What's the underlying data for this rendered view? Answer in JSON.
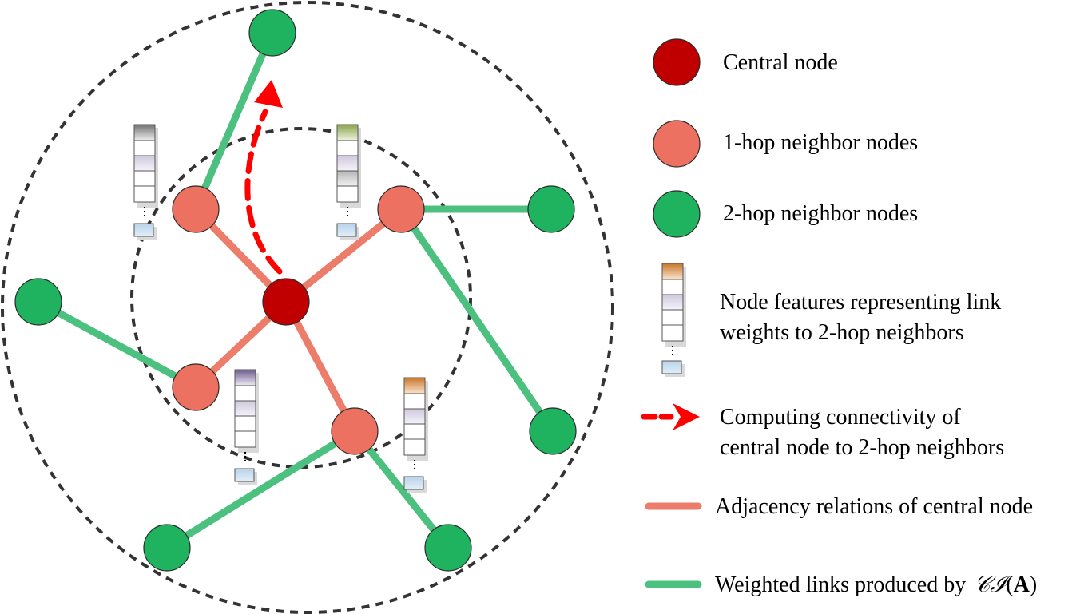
{
  "colors": {
    "central": "#c00000",
    "one_hop": "#ed7160",
    "two_hop": "#1fb35f",
    "adjacency_edge": "#ed7d6b",
    "weighted_edge": "#4cc07f",
    "arrow": "#ff0000",
    "dashed_circle": "#333333"
  },
  "legend": {
    "central_node": "Central node",
    "one_hop_nodes": "1-hop neighbor nodes",
    "two_hop_nodes": "2-hop neighbor nodes",
    "node_features": [
      "Node features representing link",
      "weights to 2-hop neighbors"
    ],
    "computing": [
      "Computing connectivity of",
      "central node to 2-hop neighbors"
    ],
    "adjacency": "Adjacency relations of central node",
    "weighted_links_prefix": "Weighted links produced by",
    "weighted_links_math": "𝒞ℐ",
    "weighted_links_arg": "A"
  },
  "icons": [
    "central-node-icon",
    "one-hop-node-icon",
    "two-hop-node-icon",
    "feature-vector-icon",
    "red-dashed-arrow-icon",
    "adjacency-line-icon",
    "weighted-link-line-icon"
  ]
}
